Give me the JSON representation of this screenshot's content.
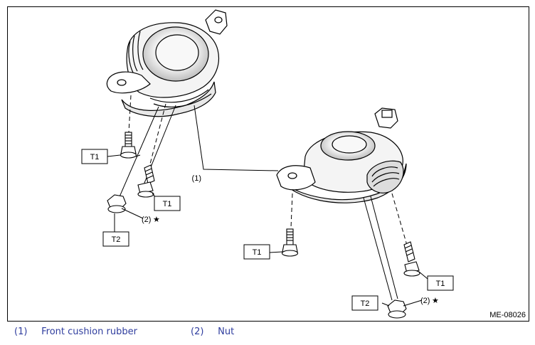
{
  "figure": {
    "code": "ME-08026",
    "callouts": {
      "part1": "(1)",
      "part2_left": "(2)",
      "part2_right": "(2)",
      "star": "★"
    },
    "torque_labels": {
      "left_upper_bolt": "T1",
      "left_lower_bolt": "T1",
      "left_nut": "T2",
      "right_upper_bolt": "T1",
      "right_lower_bolt": "T1",
      "right_nut": "T2"
    }
  },
  "legend": [
    {
      "num": "(1)",
      "text": "Front cushion rubber"
    },
    {
      "num": "(2)",
      "text": "Nut"
    }
  ]
}
